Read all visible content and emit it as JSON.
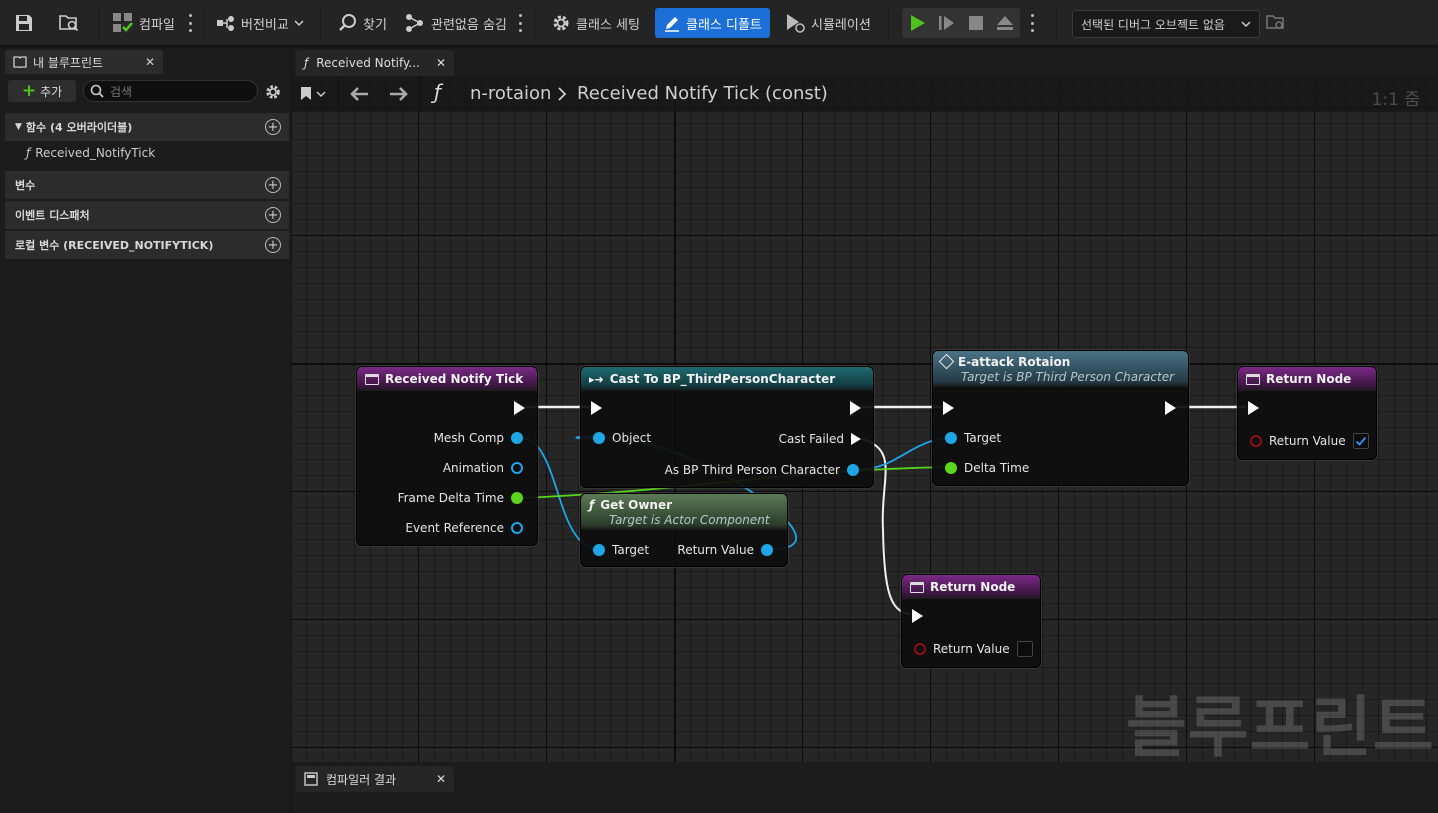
{
  "toolbar": {
    "compile": "컴파일",
    "diff": "버전비교",
    "find": "찾기",
    "hide_unrelated": "관련없음 숨김",
    "class_settings": "클래스 세팅",
    "class_defaults": "클래스 디폴트",
    "simulation": "시뮬레이션",
    "debug_object": "선택된 디버그 오브젝트 없음"
  },
  "left_panel": {
    "tab_label": "내 블루프린트",
    "add_label": "추가",
    "search_placeholder": "검색",
    "sections": {
      "functions": "함수 (4 오버라이더블)",
      "function_item": "Received_NotifyTick",
      "variables": "변수",
      "dispatchers": "이벤트 디스패처",
      "local_vars": "로컬 변수 (RECEIVED_NOTIFYTICK)"
    }
  },
  "graph": {
    "tab_label": "Received Notify...",
    "breadcrumb_root": "n-rotaion",
    "breadcrumb_current": "Received Notify Tick (const)",
    "zoom": "1:1 줌",
    "watermark": "블루프린트",
    "accent_color": "#1b6fd6"
  },
  "nodes": {
    "entry": {
      "title": "Received Notify Tick",
      "pins": [
        "Mesh Comp",
        "Animation",
        "Frame Delta Time",
        "Event Reference"
      ]
    },
    "cast": {
      "title": "Cast To BP_ThirdPersonCharacter",
      "object": "Object",
      "cast_failed": "Cast Failed",
      "as_output": "As BP Third Person Character"
    },
    "get_owner": {
      "title": "Get Owner",
      "subtitle": "Target is Actor Component",
      "target": "Target",
      "return_value": "Return Value"
    },
    "attack": {
      "title": "E-attack Rotaion",
      "subtitle": "Target is BP Third Person Character",
      "target": "Target",
      "delta_time": "Delta Time"
    },
    "return1": {
      "title": "Return Node",
      "return_value": "Return Value",
      "checked": true
    },
    "return2": {
      "title": "Return Node",
      "return_value": "Return Value",
      "checked": false
    }
  },
  "bottom_panel": {
    "tab_label": "컴파일러 결과"
  }
}
